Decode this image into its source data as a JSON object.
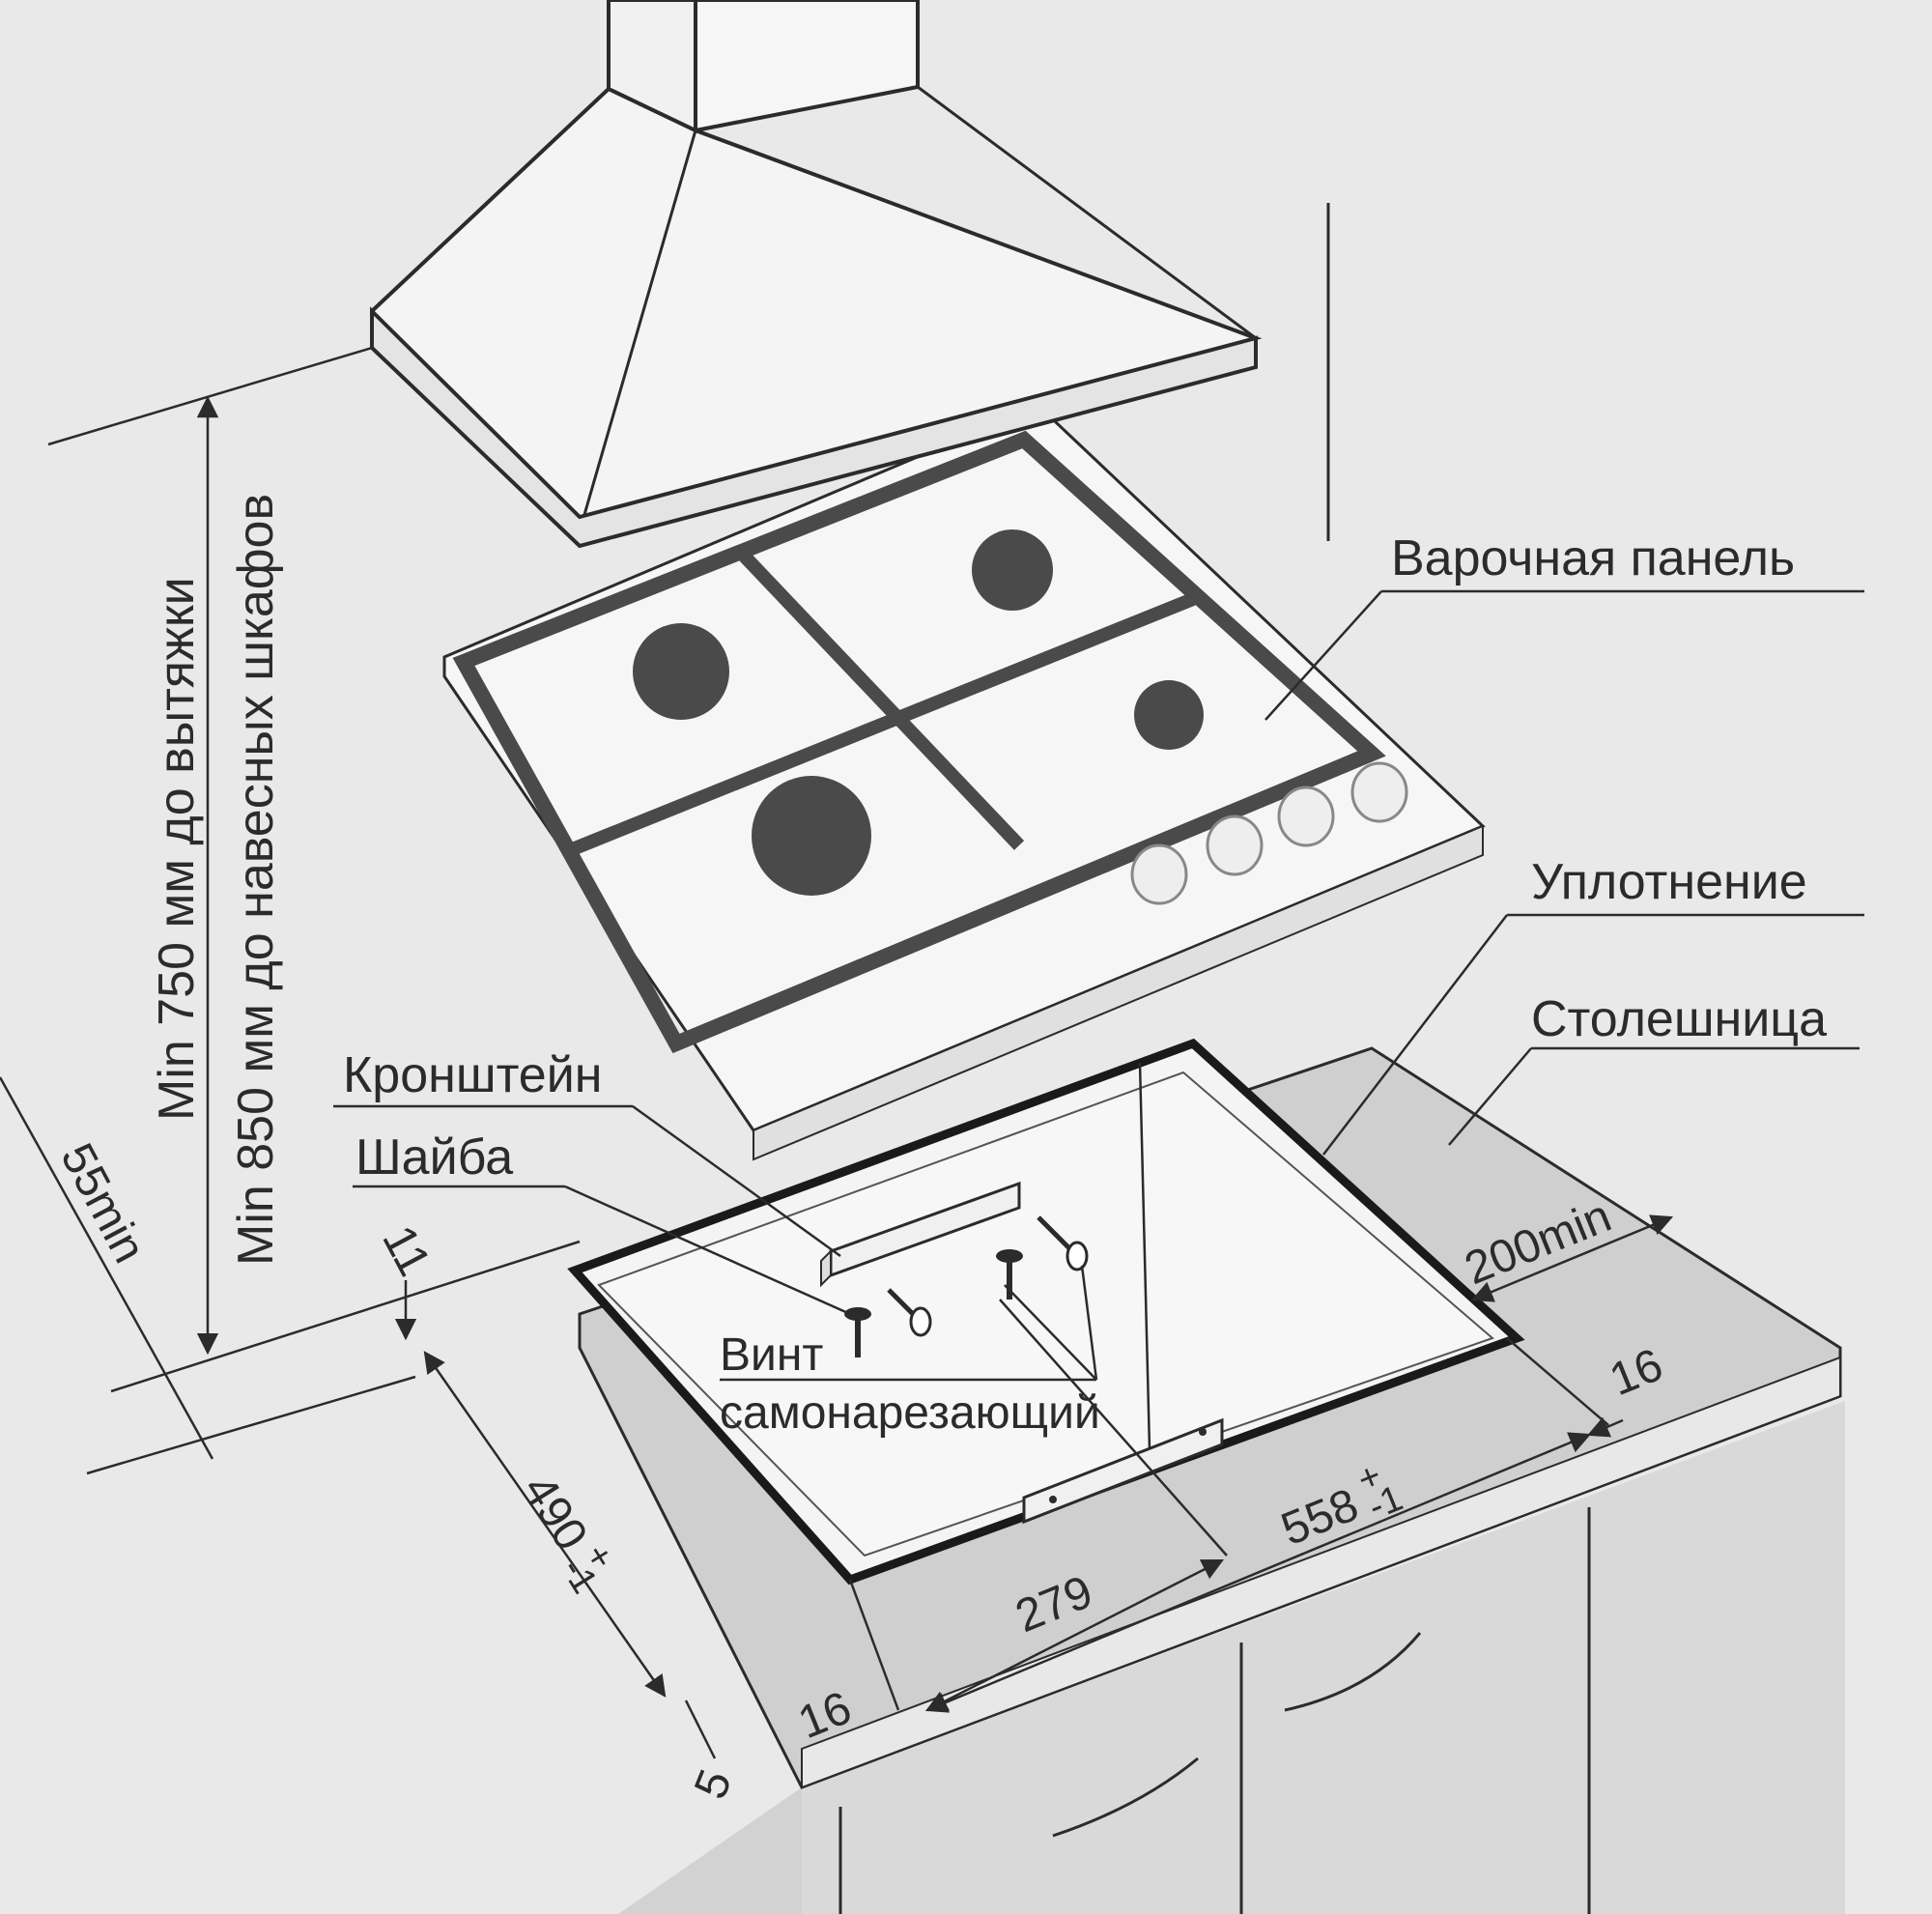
{
  "labels": {
    "hob": "Варочная панель",
    "seal": "Уплотнение",
    "countertop": "Столешница",
    "bracket": "Кронштейн",
    "washer": "Шайба",
    "screw_line1": "Винт",
    "screw_line2": "самонарезающий",
    "vertical_hood": "Min 750 мм до вытяжки",
    "vertical_cabinets": "Min 850 мм до навесных шкафов"
  },
  "dimensions": {
    "d55": "55min",
    "d11": "11",
    "d490": "490",
    "d490_tol": "+",
    "d490_tol2": "-1",
    "d558": "558",
    "d558_tol": "+",
    "d558_tol2": "-1",
    "d279": "279",
    "d200": "200min",
    "d16_right": "16",
    "d16_bottom": "16",
    "d5": "5"
  }
}
